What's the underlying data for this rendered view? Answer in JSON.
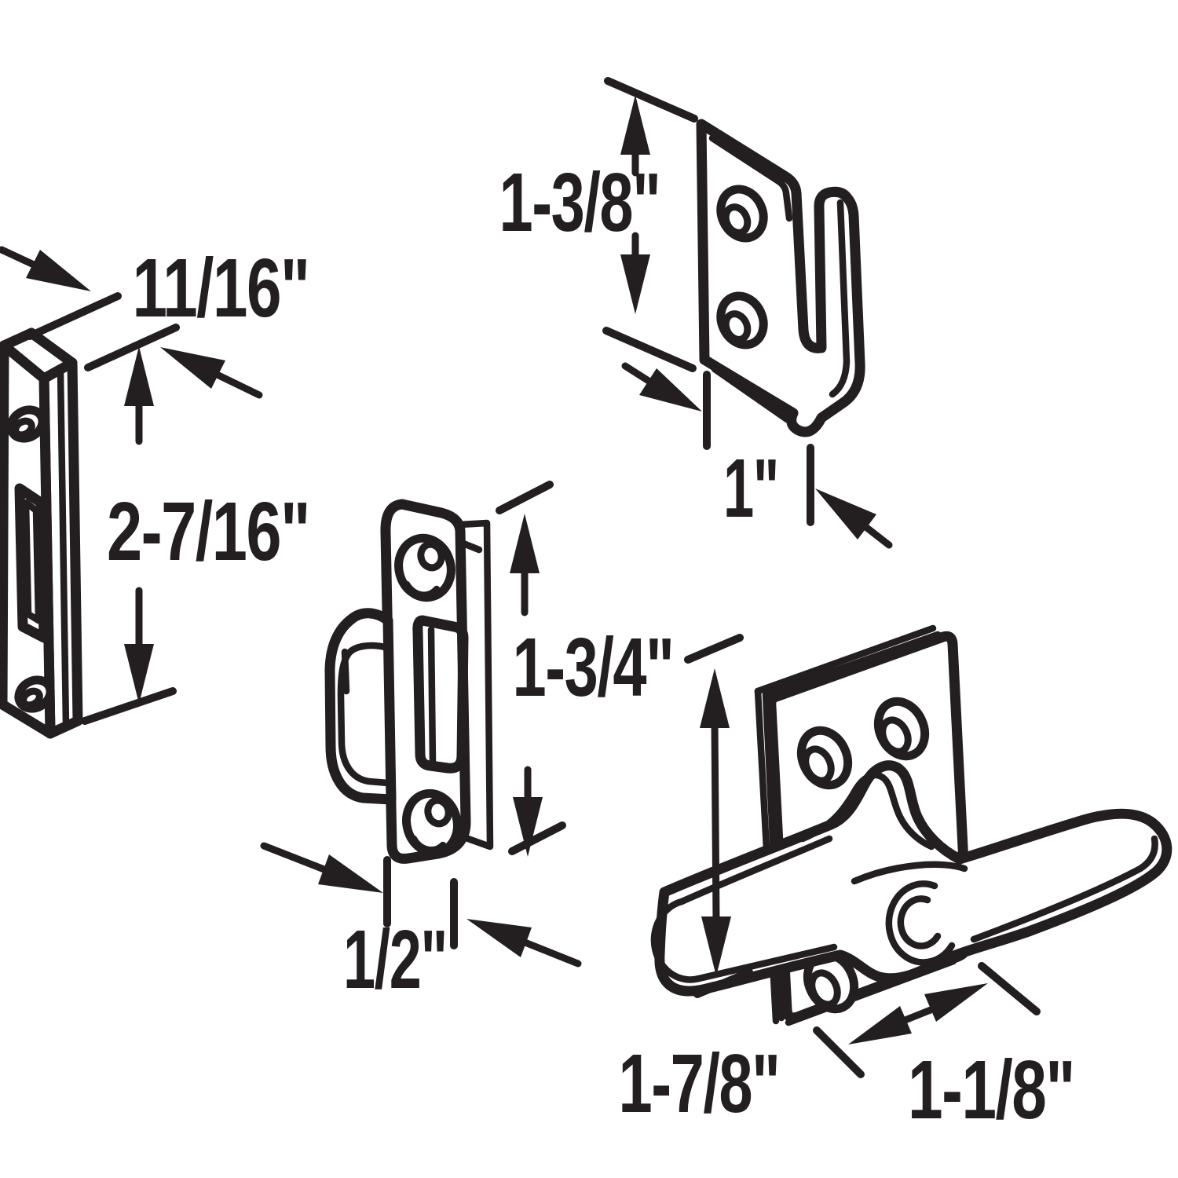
{
  "colors": {
    "ink": "#231f20",
    "background": "#ffffff"
  },
  "diagram": {
    "type": "technical-line-drawing",
    "description": "Window latch hardware set, four parts with dimension callouts",
    "parts": [
      {
        "id": "strike-plate",
        "dims": {
          "width": "11/16\"",
          "height": "2-7/16\""
        }
      },
      {
        "id": "hook-keeper",
        "dims": {
          "height": "1-3/8\"",
          "width": "1\""
        }
      },
      {
        "id": "latch-keeper",
        "dims": {
          "height": "1-3/4\"",
          "width": "1/2\""
        }
      },
      {
        "id": "casement-latch",
        "dims": {
          "height": "1-7/8\"",
          "width": "1-1/8\""
        }
      }
    ]
  }
}
